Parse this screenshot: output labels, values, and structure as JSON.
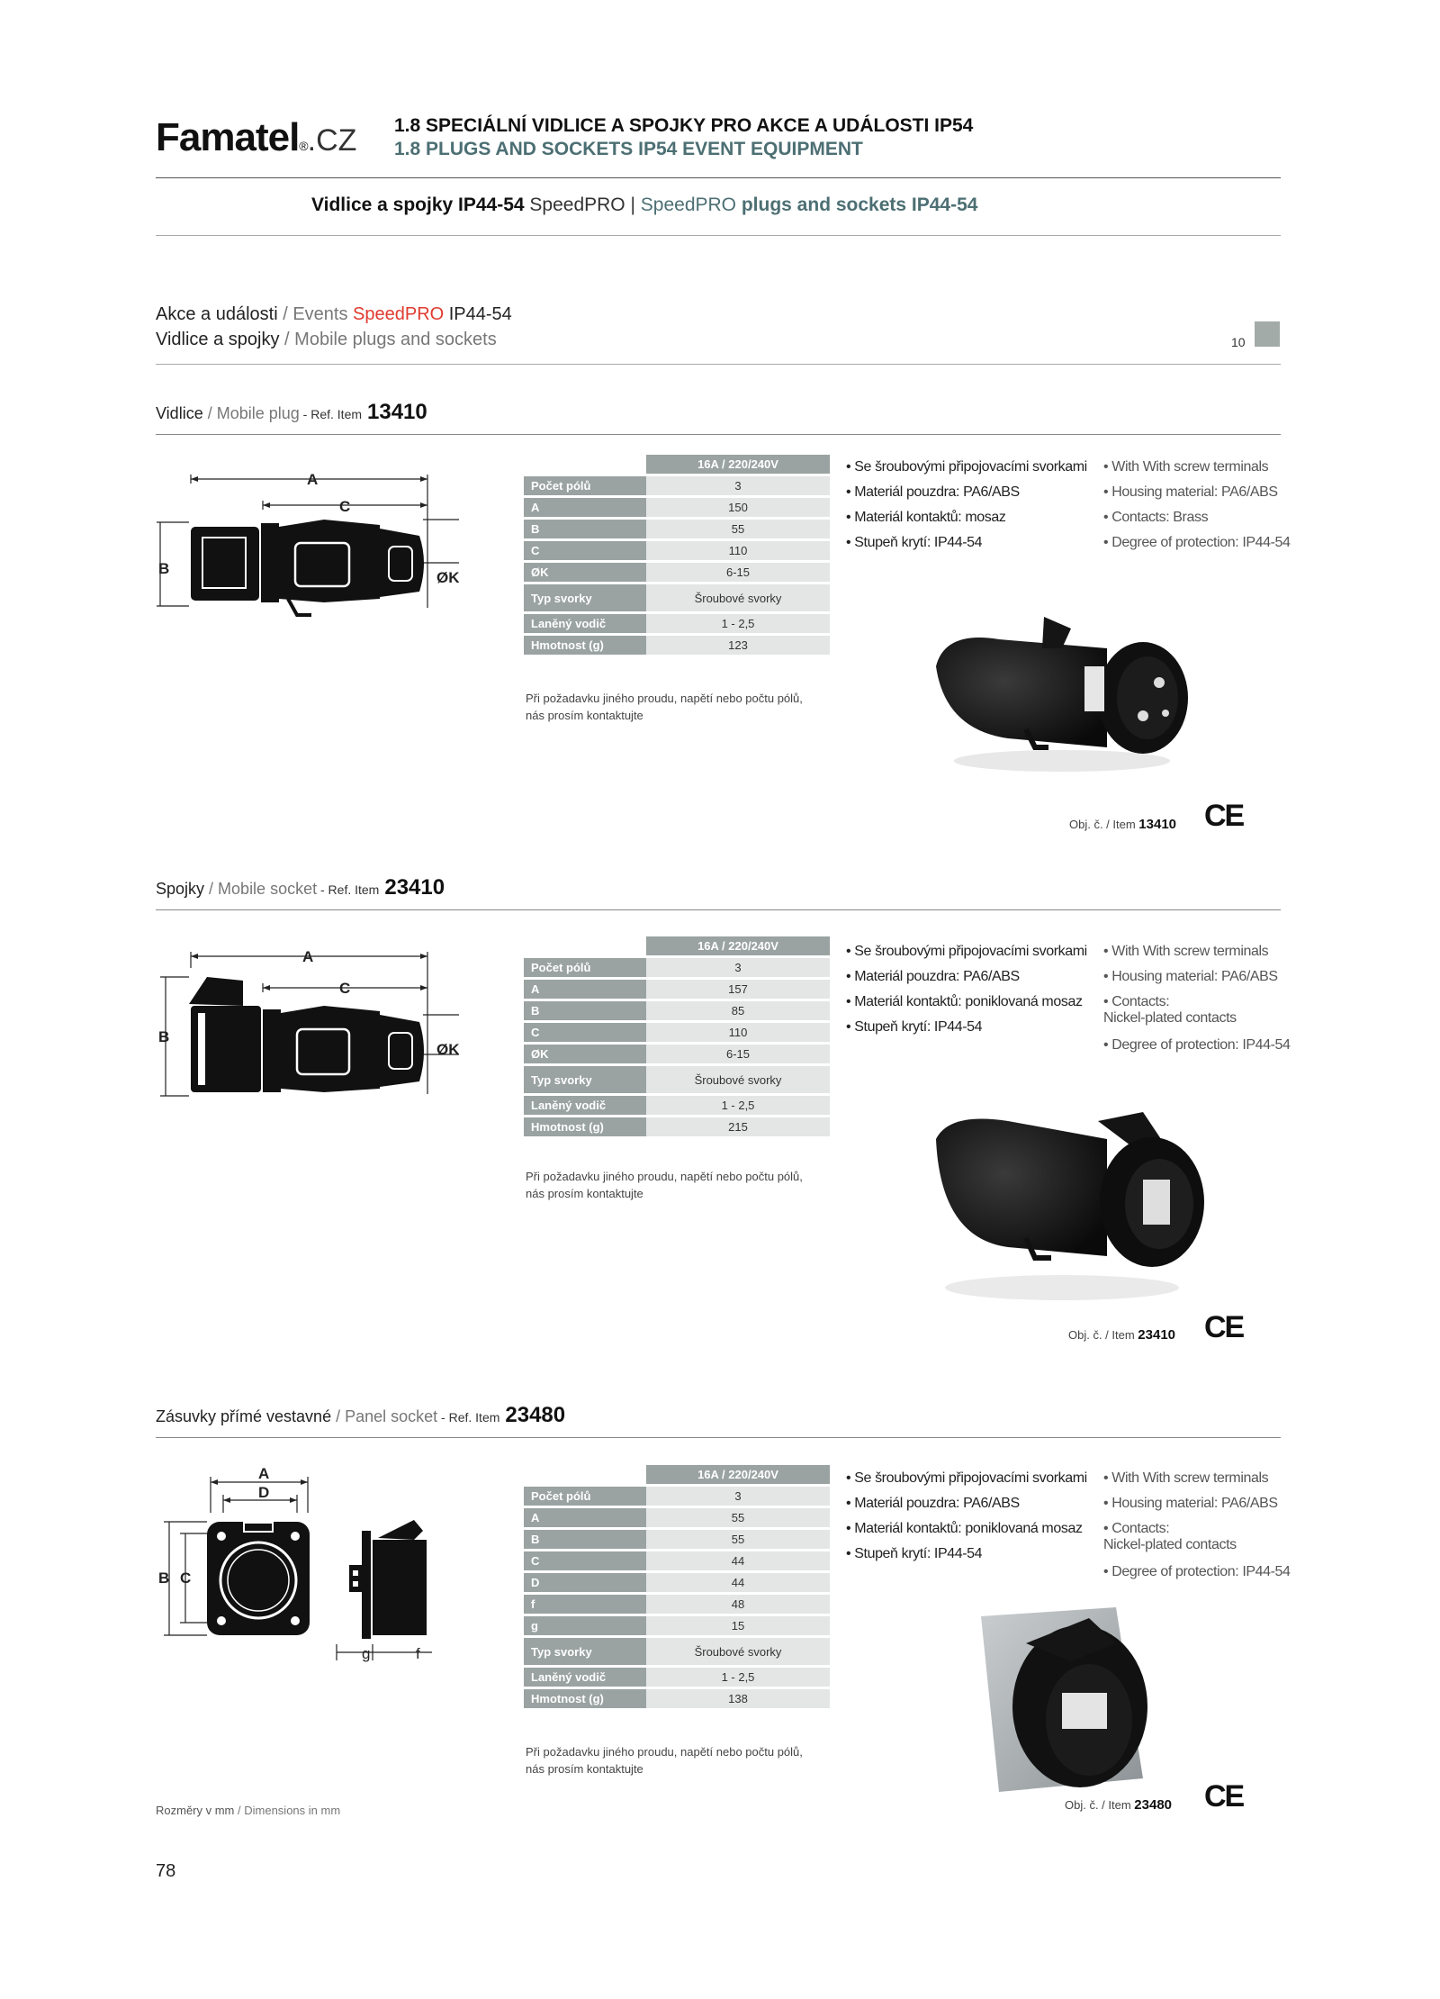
{
  "header": {
    "logo_brand": "Famatel",
    "logo_reg": "®",
    "logo_cz": ".CZ",
    "title_cz": "1.8  SPECIÁLNÍ VIDLICE A SPOJKY PRO AKCE A UDÁLOSTI IP54",
    "title_en": "1.8  PLUGS AND SOCKETS IP54 EVENT EQUIPMENT",
    "subtitle_bold_cz": "Vidlice a spojky IP44-54",
    "subtitle_name_cz": " SpeedPRO",
    "subtitle_sep": "  |  ",
    "subtitle_name_en": "SpeedPRO",
    "subtitle_bold_en": " plugs and sockets IP44-54"
  },
  "category": {
    "line1_cz": "Akce a události",
    "line1_sep": " / ",
    "line1_en": "Events ",
    "line1_brand": "SpeedPRO",
    "line1_code": " IP44-54",
    "line2_cz": "Vidlice a spojky",
    "line2_sep": " / ",
    "line2_en": "Mobile plugs and sockets",
    "page_tab": "10"
  },
  "products": [
    {
      "name_cz": "Vidlice",
      "sep": " / ",
      "name_en": "Mobile plug",
      "ref_label": " - Ref. Item",
      "ref": "13410",
      "table_header": "16A / 220/240V",
      "rows": [
        {
          "k": "Počet pólů",
          "v": "3"
        },
        {
          "k": "A",
          "v": "150"
        },
        {
          "k": "B",
          "v": "55"
        },
        {
          "k": "C",
          "v": "110"
        },
        {
          "k": "ØK",
          "v": "6-15"
        },
        {
          "k": "Typ svorky",
          "v": "Šroubové svorky"
        },
        {
          "k": "Laněný vodič",
          "v": "1 - 2,5"
        },
        {
          "k": "Hmotnost (g)",
          "v": "123"
        }
      ],
      "note_1": "Při požadavku jiného proudu, napětí nebo počtu pólů,",
      "note_2": "nás prosím kontaktujte",
      "features_cz": [
        "• Se šroubovými připojovacími svorkami",
        "• Materiál pouzdra: PA6/ABS",
        "• Materiál kontaktů: mosaz",
        "• Stupeň krytí: IP44-54"
      ],
      "features_en": [
        "• With With screw terminals",
        "• Housing material: PA6/ABS",
        "• Contacts: Brass",
        "• Degree of protection: IP44-54"
      ],
      "caption_label": "Obj. č. / Item ",
      "caption_ref": "13410",
      "ce": "CE"
    },
    {
      "name_cz": "Spojky",
      "sep": " / ",
      "name_en": "Mobile socket",
      "ref_label": " - Ref. Item",
      "ref": "23410",
      "table_header": "16A / 220/240V",
      "rows": [
        {
          "k": "Počet pólů",
          "v": "3"
        },
        {
          "k": "A",
          "v": "157"
        },
        {
          "k": "B",
          "v": "85"
        },
        {
          "k": "C",
          "v": "110"
        },
        {
          "k": "ØK",
          "v": "6-15"
        },
        {
          "k": "Typ svorky",
          "v": "Šroubové svorky"
        },
        {
          "k": "Laněný vodič",
          "v": "1 - 2,5"
        },
        {
          "k": "Hmotnost (g)",
          "v": "215"
        }
      ],
      "note_1": "Při požadavku jiného proudu, napětí nebo počtu pólů,",
      "note_2": "nás prosím kontaktujte",
      "features_cz": [
        "• Se šroubovými připojovacími svorkami",
        "• Materiál pouzdra: PA6/ABS",
        "• Materiál kontaktů: poniklovaná mosaz",
        "• Stupeň krytí: IP44-54"
      ],
      "features_en": [
        "• With With screw terminals",
        "• Housing material: PA6/ABS",
        "• Contacts:",
        "Nickel-plated contacts",
        "• Degree of protection: IP44-54"
      ],
      "caption_label": "Obj. č. / Item ",
      "caption_ref": "23410",
      "ce": "CE"
    },
    {
      "name_cz": "Zásuvky přímé vestavné",
      "sep": " / ",
      "name_en": "Panel socket",
      "ref_label": " - Ref. Item",
      "ref": "23480",
      "table_header": "16A / 220/240V",
      "rows": [
        {
          "k": "Počet pólů",
          "v": "3"
        },
        {
          "k": "A",
          "v": "55"
        },
        {
          "k": "B",
          "v": "55"
        },
        {
          "k": "C",
          "v": "44"
        },
        {
          "k": "D",
          "v": "44"
        },
        {
          "k": "f",
          "v": "48"
        },
        {
          "k": "g",
          "v": "15"
        },
        {
          "k": "Typ svorky",
          "v": "Šroubové svorky"
        },
        {
          "k": "Laněný vodič",
          "v": "1 - 2,5"
        },
        {
          "k": "Hmotnost (g)",
          "v": "138"
        }
      ],
      "note_1": "Při požadavku jiného proudu, napětí nebo počtu pólů,",
      "note_2": "nás prosím kontaktujte",
      "features_cz": [
        "• Se šroubovými připojovacími svorkami",
        "• Materiál pouzdra: PA6/ABS",
        "• Materiál kontaktů: poniklovaná mosaz",
        "• Stupeň krytí: IP44-54"
      ],
      "features_en": [
        "• With With screw terminals",
        "• Housing material: PA6/ABS",
        "• Contacts:",
        "Nickel-plated contacts",
        "• Degree of protection: IP44-54"
      ],
      "caption_label": "Obj. č. / Item ",
      "caption_ref": "23480",
      "ce": "CE"
    }
  ],
  "diagram_labels": {
    "A": "A",
    "B": "B",
    "C": "C",
    "D": "D",
    "K": "ØK",
    "f": "f",
    "g": "g"
  },
  "footer": {
    "dimensions_cz": "Rozměry v mm",
    "dimensions_sep": " / ",
    "dimensions_en": "Dimensions in mm",
    "page_number": "78"
  },
  "colors": {
    "table_header": "#9aa3a1",
    "table_cell": "#e3e6e5",
    "accent_teal": "#4c6f73",
    "brand_red": "#e03a2f"
  }
}
